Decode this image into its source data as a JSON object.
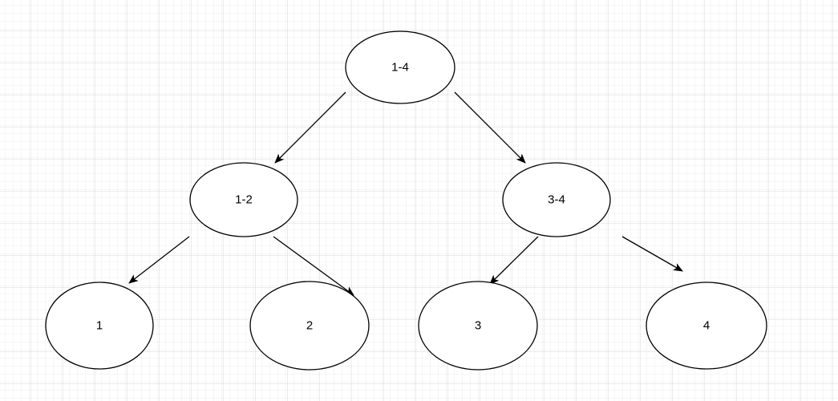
{
  "diagram": {
    "colors": {
      "background": "#ffffff",
      "grid_minor": "#ececec",
      "grid_major": "#d9d9d9",
      "stroke": "#000000",
      "node_fill": "#ffffff"
    },
    "nodes": [
      {
        "id": "n-1-4",
        "label": "1-4"
      },
      {
        "id": "n-1-2",
        "label": "1-2"
      },
      {
        "id": "n-3-4",
        "label": "3-4"
      },
      {
        "id": "n-1",
        "label": "1"
      },
      {
        "id": "n-2",
        "label": "2"
      },
      {
        "id": "n-3",
        "label": "3"
      },
      {
        "id": "n-4",
        "label": "4"
      }
    ],
    "edges": [
      {
        "from": "1-4",
        "to": "1-2"
      },
      {
        "from": "1-4",
        "to": "3-4"
      },
      {
        "from": "1-2",
        "to": "1"
      },
      {
        "from": "1-2",
        "to": "2"
      },
      {
        "from": "3-4",
        "to": "3"
      },
      {
        "from": "3-4",
        "to": "4"
      }
    ]
  }
}
